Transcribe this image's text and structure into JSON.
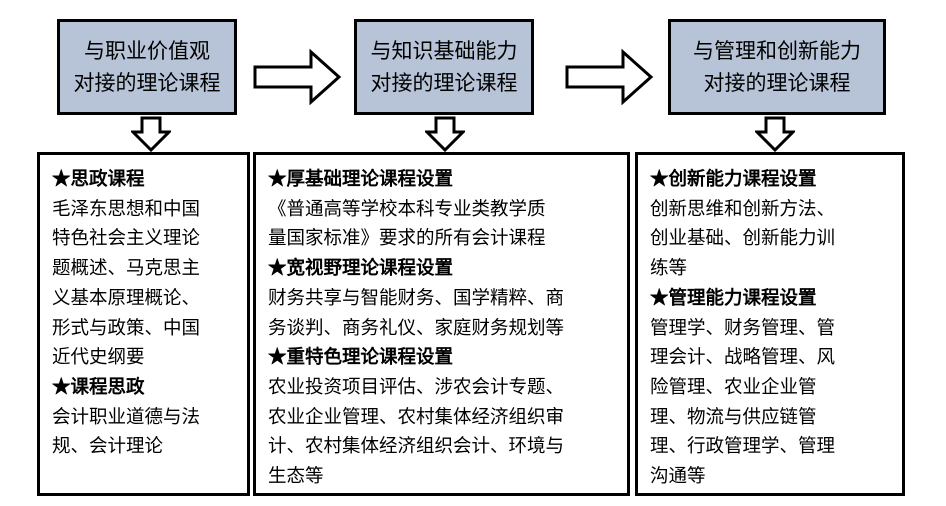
{
  "columns": [
    {
      "title_lines": [
        "与职业价值观",
        "对接的理论课程"
      ],
      "items": [
        {
          "heading": "★思政课程",
          "lines": [
            "毛泽东思想和中国",
            "特色社会主义理论",
            "题概述、马克思主",
            "义基本原理概论、",
            "形式与政策、中国",
            "近代史纲要"
          ]
        },
        {
          "heading": "★课程思政",
          "lines": [
            "会计职业道德与法",
            "规、会计理论"
          ]
        }
      ]
    },
    {
      "title_lines": [
        "与知识基础能力",
        "对接的理论课程"
      ],
      "items": [
        {
          "heading": "★厚基础理论课程设置",
          "lines": [
            "《普通高等学校本科专业类教学质",
            "量国家标准》要求的所有会计课程"
          ]
        },
        {
          "heading": "★宽视野理论课程设置",
          "lines": [
            "财务共享与智能财务、国学精粹、商",
            "务谈判、商务礼仪、家庭财务规划等"
          ]
        },
        {
          "heading": "★重特色理论课程设置",
          "lines": [
            "农业投资项目评估、涉农会计专题、",
            "农业企业管理、农村集体经济组织审",
            "计、农村集体经济组织会计、环境与",
            "生态等"
          ]
        }
      ]
    },
    {
      "title_lines": [
        "与管理和创新能力",
        "对接的理论课程"
      ],
      "items": [
        {
          "heading": "★创新能力课程设置",
          "lines": [
            "创新思维和创新方法、",
            "创业基础、创新能力训",
            "练等"
          ]
        },
        {
          "heading": "★管理能力课程设置",
          "lines": [
            "管理学、财务管理、管",
            "理会计、战略管理、风",
            "险管理、农业企业管",
            "理、物流与供应链管",
            "理、行政管理学、管理",
            "沟通等"
          ]
        }
      ]
    }
  ]
}
